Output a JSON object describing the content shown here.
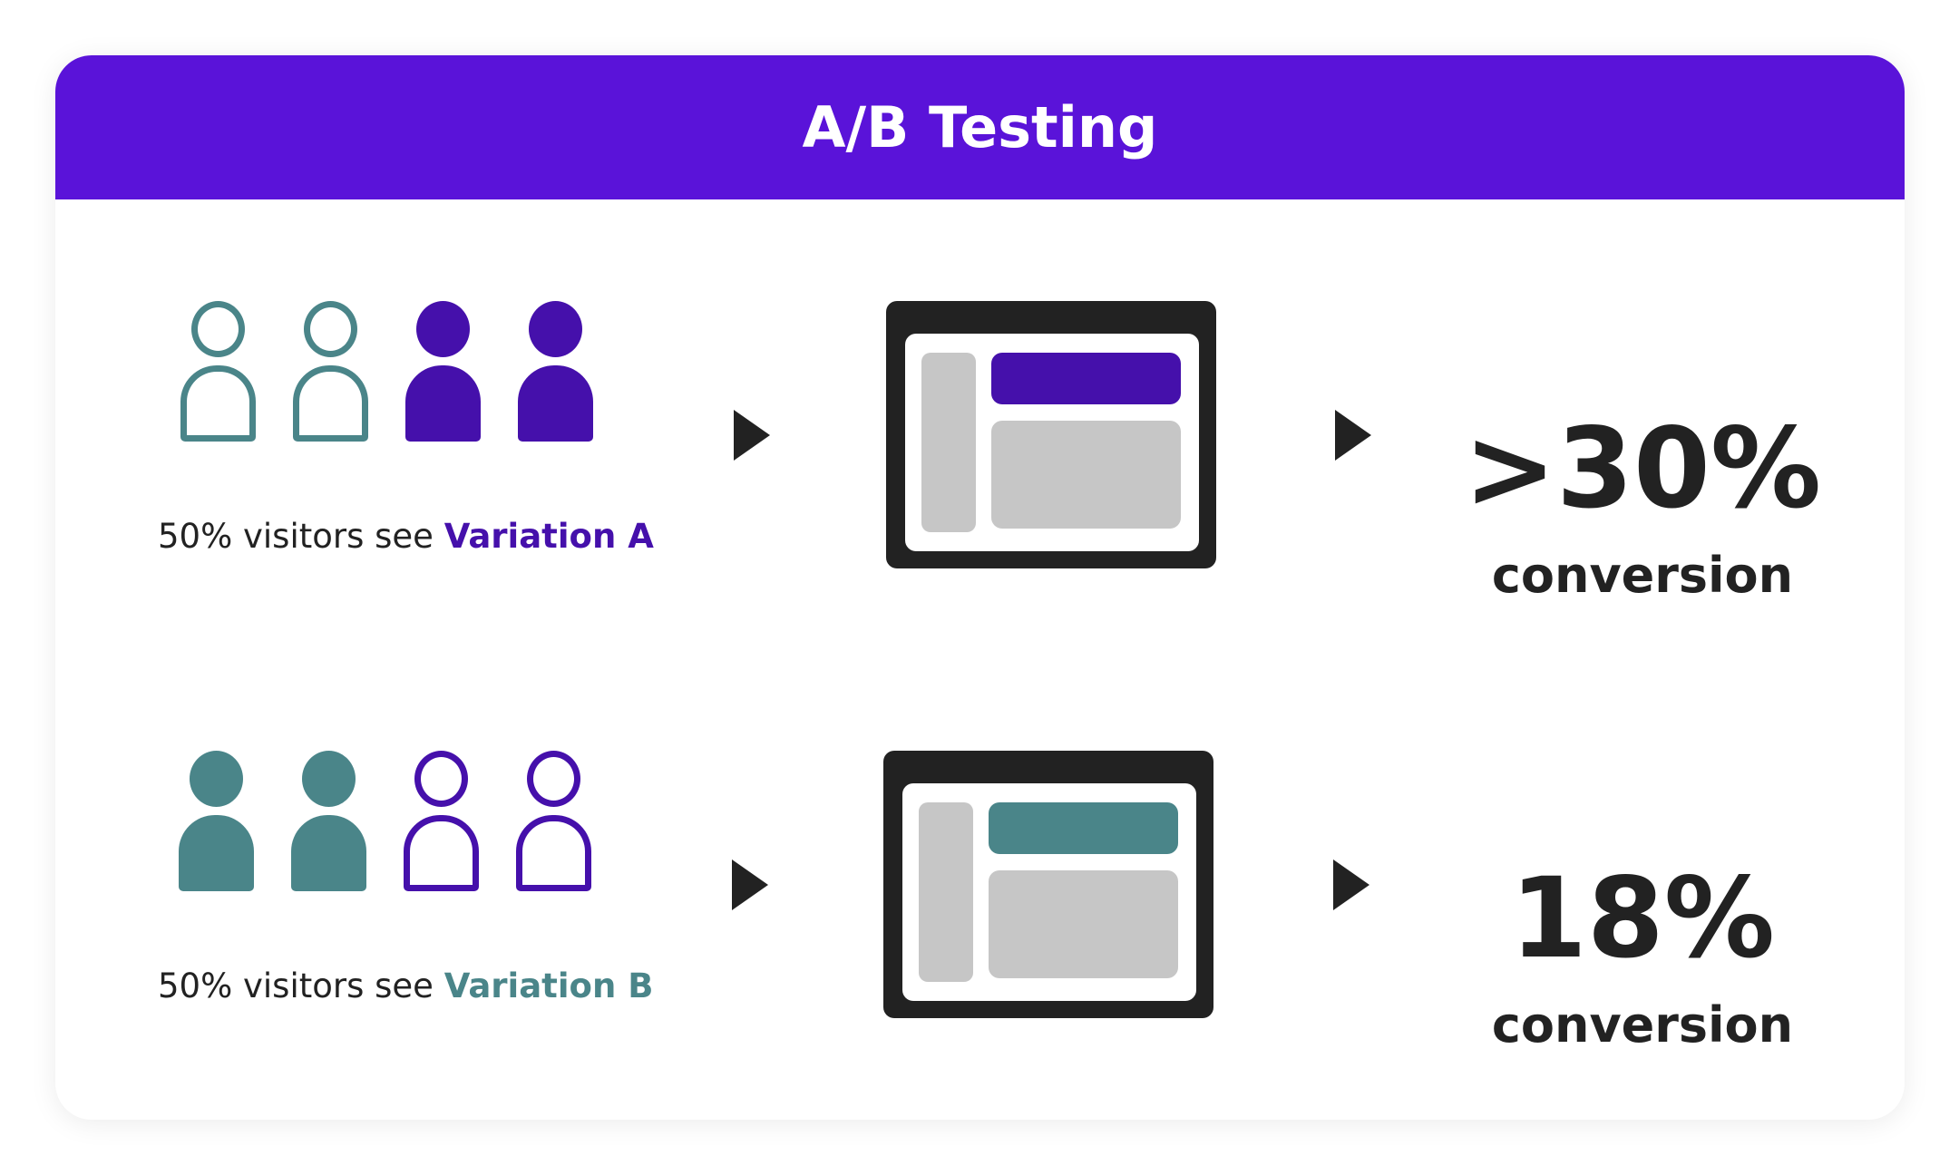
{
  "title": "A/B Testing",
  "colors": {
    "header": "#5a13d9",
    "variation_a": "#4510ab",
    "variation_b": "#4a8589",
    "dark": "#222222"
  },
  "rows": [
    {
      "caption_prefix": "50% visitors see ",
      "variation": "Variation A",
      "result": ">30%",
      "result_label": "conversion"
    },
    {
      "caption_prefix": "50% visitors see ",
      "variation": "Variation B",
      "result": "18%",
      "result_label": "conversion"
    }
  ]
}
